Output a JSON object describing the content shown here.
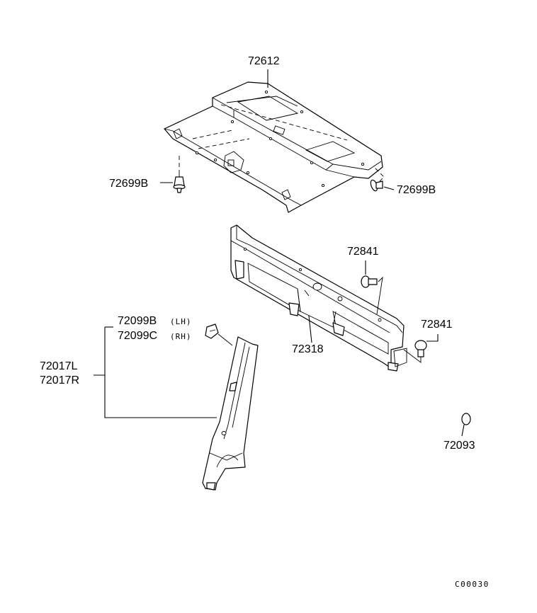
{
  "parts": {
    "p72612": "72612",
    "p72699b_left": "72699B",
    "p72699b_right": "72699B",
    "p72841_upper": "72841",
    "p72841_lower": "72841",
    "p72318": "72318",
    "p72099b": "72099B",
    "p72099b_side": "(LH)",
    "p72099c": "72099C",
    "p72099c_side": "(RH)",
    "p72017l": "72017L",
    "p72017r": "72017R",
    "p72093": "72093"
  },
  "drawing_code": "C00030"
}
